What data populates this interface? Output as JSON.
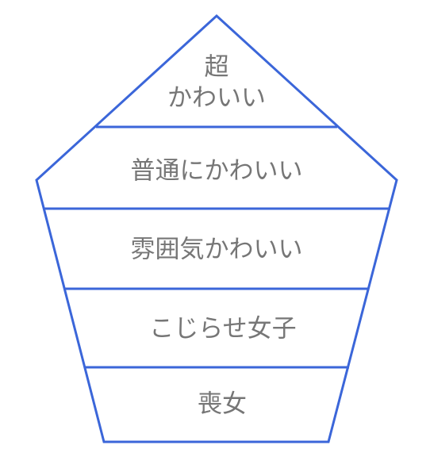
{
  "diagram": {
    "line_color": "#3b66d9",
    "text_color": "#767676",
    "tiers": [
      {
        "line1": "超",
        "line2": "かわいい"
      },
      {
        "line1": "普通にかわいい"
      },
      {
        "line1": "雰囲気かわいい"
      },
      {
        "line1": "こじらせ女子"
      },
      {
        "line1": "喪女"
      }
    ]
  }
}
